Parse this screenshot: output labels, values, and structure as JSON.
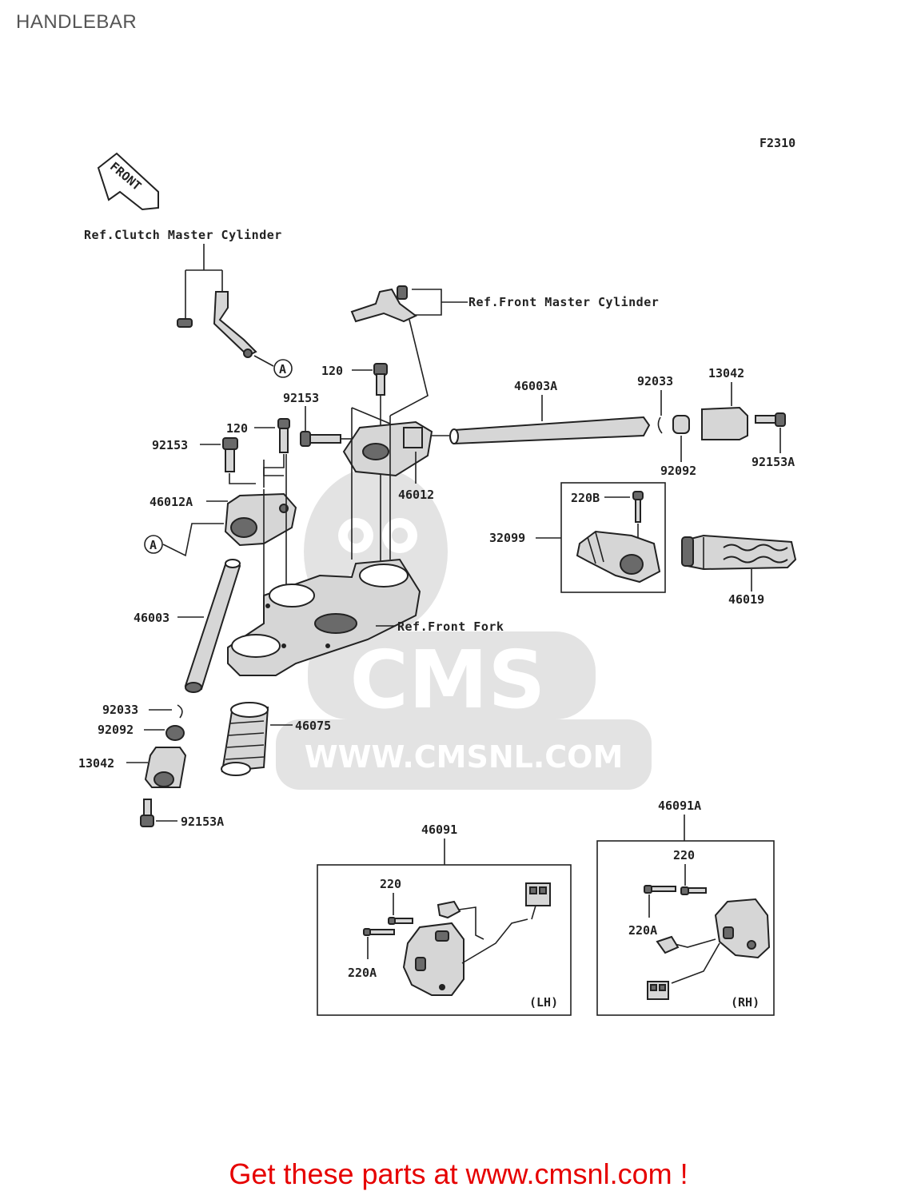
{
  "title": "HANDLEBAR",
  "figure_code": "F2310",
  "front_label": "FRONT",
  "refs": {
    "clutch": "Ref.Clutch Master Cylinder",
    "front_master": "Ref.Front Master Cylinder",
    "front_fork": "Ref.Front Fork"
  },
  "circle_marker": "A",
  "parts": {
    "p120_top": "120",
    "p92153_top": "92153",
    "p120_mid": "120",
    "p92153_left": "92153",
    "p46012A": "46012A",
    "p46012": "46012",
    "p46003A": "46003A",
    "p92033_right": "92033",
    "p13042_right": "13042",
    "p92092_right": "92092",
    "p92153A_right": "92153A",
    "p220B": "220B",
    "p32099": "32099",
    "p46019": "46019",
    "p46003": "46003",
    "p92033_left": "92033",
    "p92092_left": "92092",
    "p13042_left": "13042",
    "p92153A_left": "92153A",
    "p46075": "46075",
    "p46091": "46091",
    "p46091A": "46091A",
    "lh_220": "220",
    "lh_220A": "220A",
    "lh_side": "(LH)",
    "rh_220": "220",
    "rh_220A": "220A",
    "rh_side": "(RH)"
  },
  "watermark": {
    "brand": "CMS",
    "url": "WWW.CMSNL.COM"
  },
  "cta": "Get these parts at www.cmsnl.com !"
}
